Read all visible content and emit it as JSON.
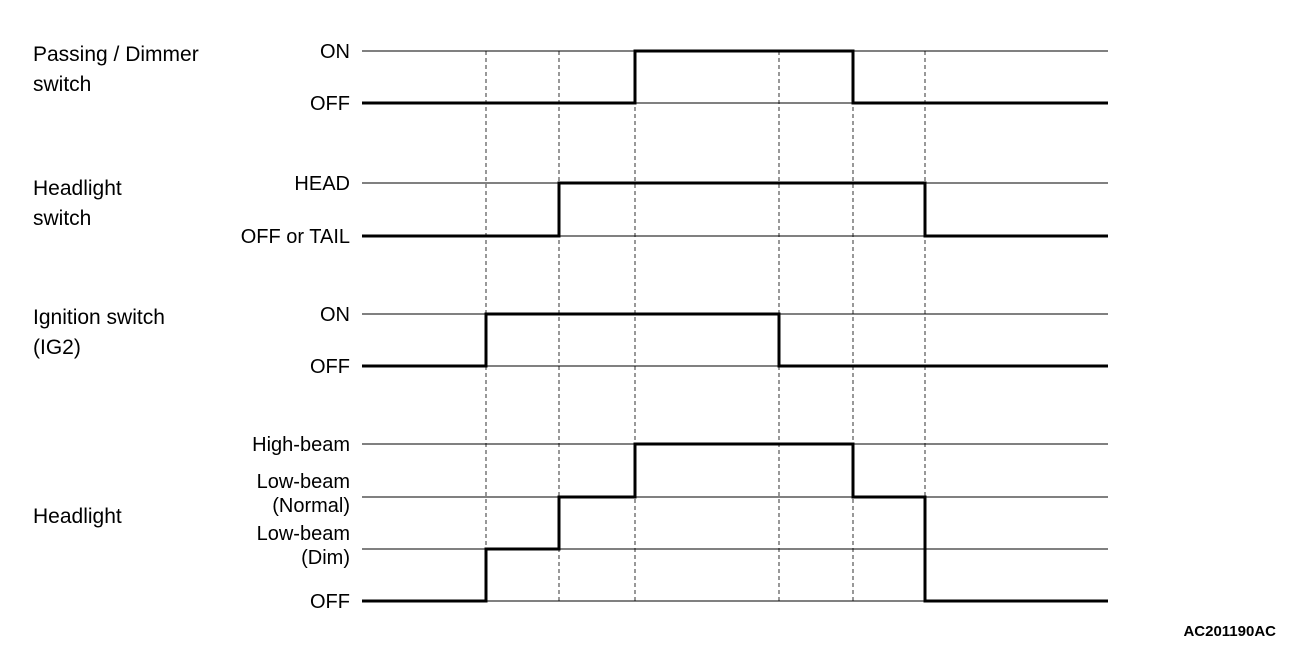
{
  "diagram": {
    "reference_code": "AC201190AC",
    "signals": [
      {
        "id": "passing-dimmer",
        "label_lines": [
          "Passing / Dimmer",
          "switch"
        ],
        "levels": [
          [
            "ON"
          ],
          [
            "OFF"
          ]
        ],
        "sequence": [
          1,
          1,
          1,
          0,
          0,
          1,
          1
        ]
      },
      {
        "id": "headlight-switch",
        "label_lines": [
          "Headlight",
          "switch"
        ],
        "levels": [
          [
            "HEAD"
          ],
          [
            "OFF or TAIL"
          ]
        ],
        "sequence": [
          1,
          1,
          0,
          0,
          0,
          0,
          1
        ]
      },
      {
        "id": "ignition-switch",
        "label_lines": [
          "Ignition switch",
          "(IG2)"
        ],
        "levels": [
          [
            "ON"
          ],
          [
            "OFF"
          ]
        ],
        "sequence": [
          1,
          0,
          0,
          0,
          1,
          1,
          1
        ]
      },
      {
        "id": "headlight",
        "label_lines": [
          "Headlight"
        ],
        "levels": [
          [
            "High-beam"
          ],
          [
            "Low-beam",
            "(Normal)"
          ],
          [
            "Low-beam",
            "(Dim)"
          ],
          [
            "OFF"
          ]
        ],
        "sequence": [
          3,
          2,
          1,
          0,
          0,
          1,
          3
        ]
      }
    ]
  }
}
